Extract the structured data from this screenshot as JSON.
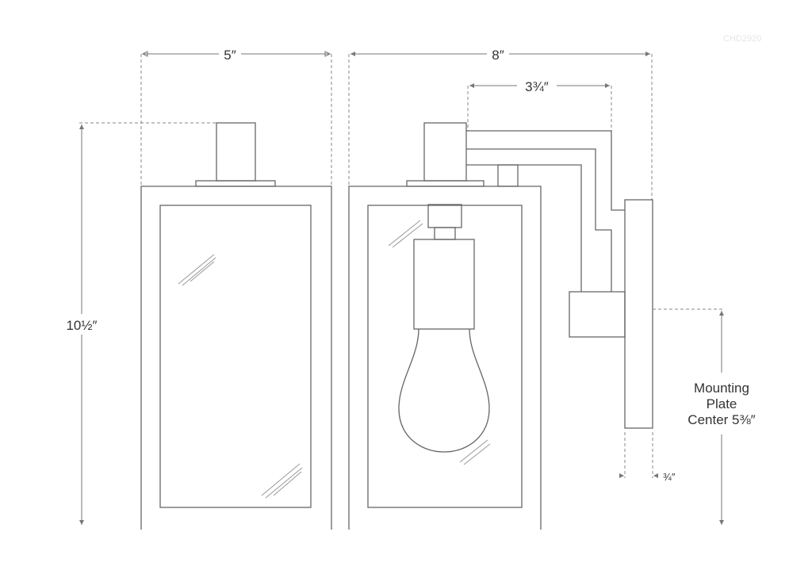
{
  "watermark": "CHD2920",
  "dimensions": {
    "front_width": "5″",
    "side_depth": "8″",
    "arm_extension": "3¾″",
    "height": "10½″",
    "plate_depth": "¾″",
    "mounting_line1": "Mounting",
    "mounting_line2": "Plate",
    "mounting_line3": "Center 5⅜″"
  }
}
